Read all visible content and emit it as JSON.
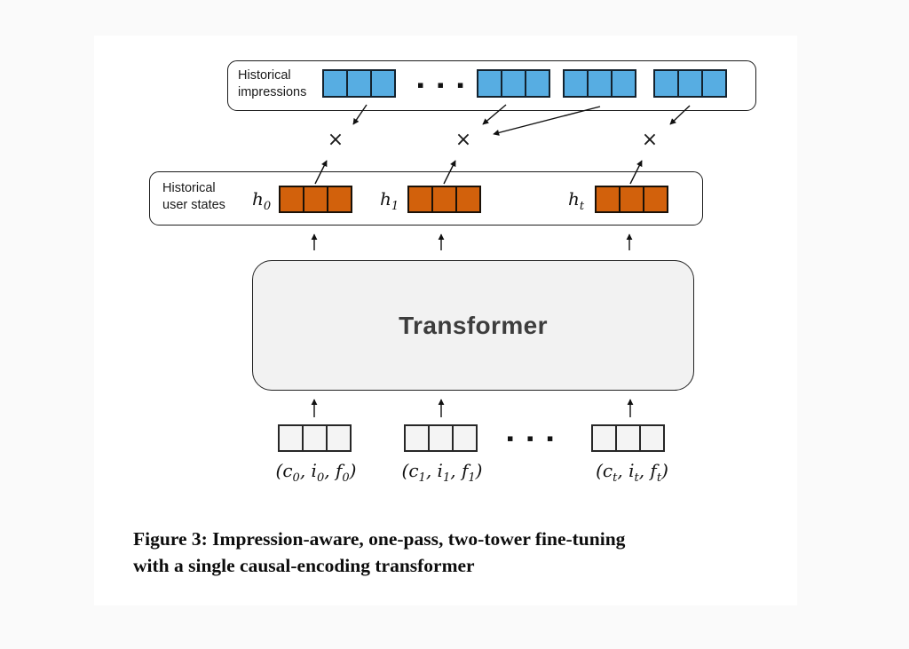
{
  "page": {
    "background": "#fafafa",
    "panel_background": "#ffffff"
  },
  "diagram": {
    "impressions": {
      "label_lines": [
        "Historical",
        "impressions"
      ],
      "ellipsis": "▪▪▪",
      "cell_color": "#57ade2",
      "group_count": 4,
      "cells_per_group": 3
    },
    "user_states": {
      "label_lines": [
        "Historical",
        "user states"
      ],
      "state_labels": [
        "h_0",
        "h_1",
        "h_t"
      ],
      "cell_color": "#d2610c",
      "group_count": 3,
      "cells_per_group": 3
    },
    "multiply_symbol": "×",
    "transformer": {
      "label": "Transformer",
      "fill_color": "#f2f2f2"
    },
    "inputs": {
      "ellipsis": "▪▪▪",
      "labels": [
        "(c_0, i_0, f_0)",
        "(c_1, i_1, f_1)",
        "(c_t, i_t, f_t)"
      ],
      "cell_color": "#f4f4f4",
      "group_count": 3,
      "cells_per_group": 3
    }
  },
  "caption": {
    "lines": [
      "Figure 3: Impression-aware, one-pass, two-tower fine-tuning",
      "with a single causal-encoding transformer"
    ]
  }
}
